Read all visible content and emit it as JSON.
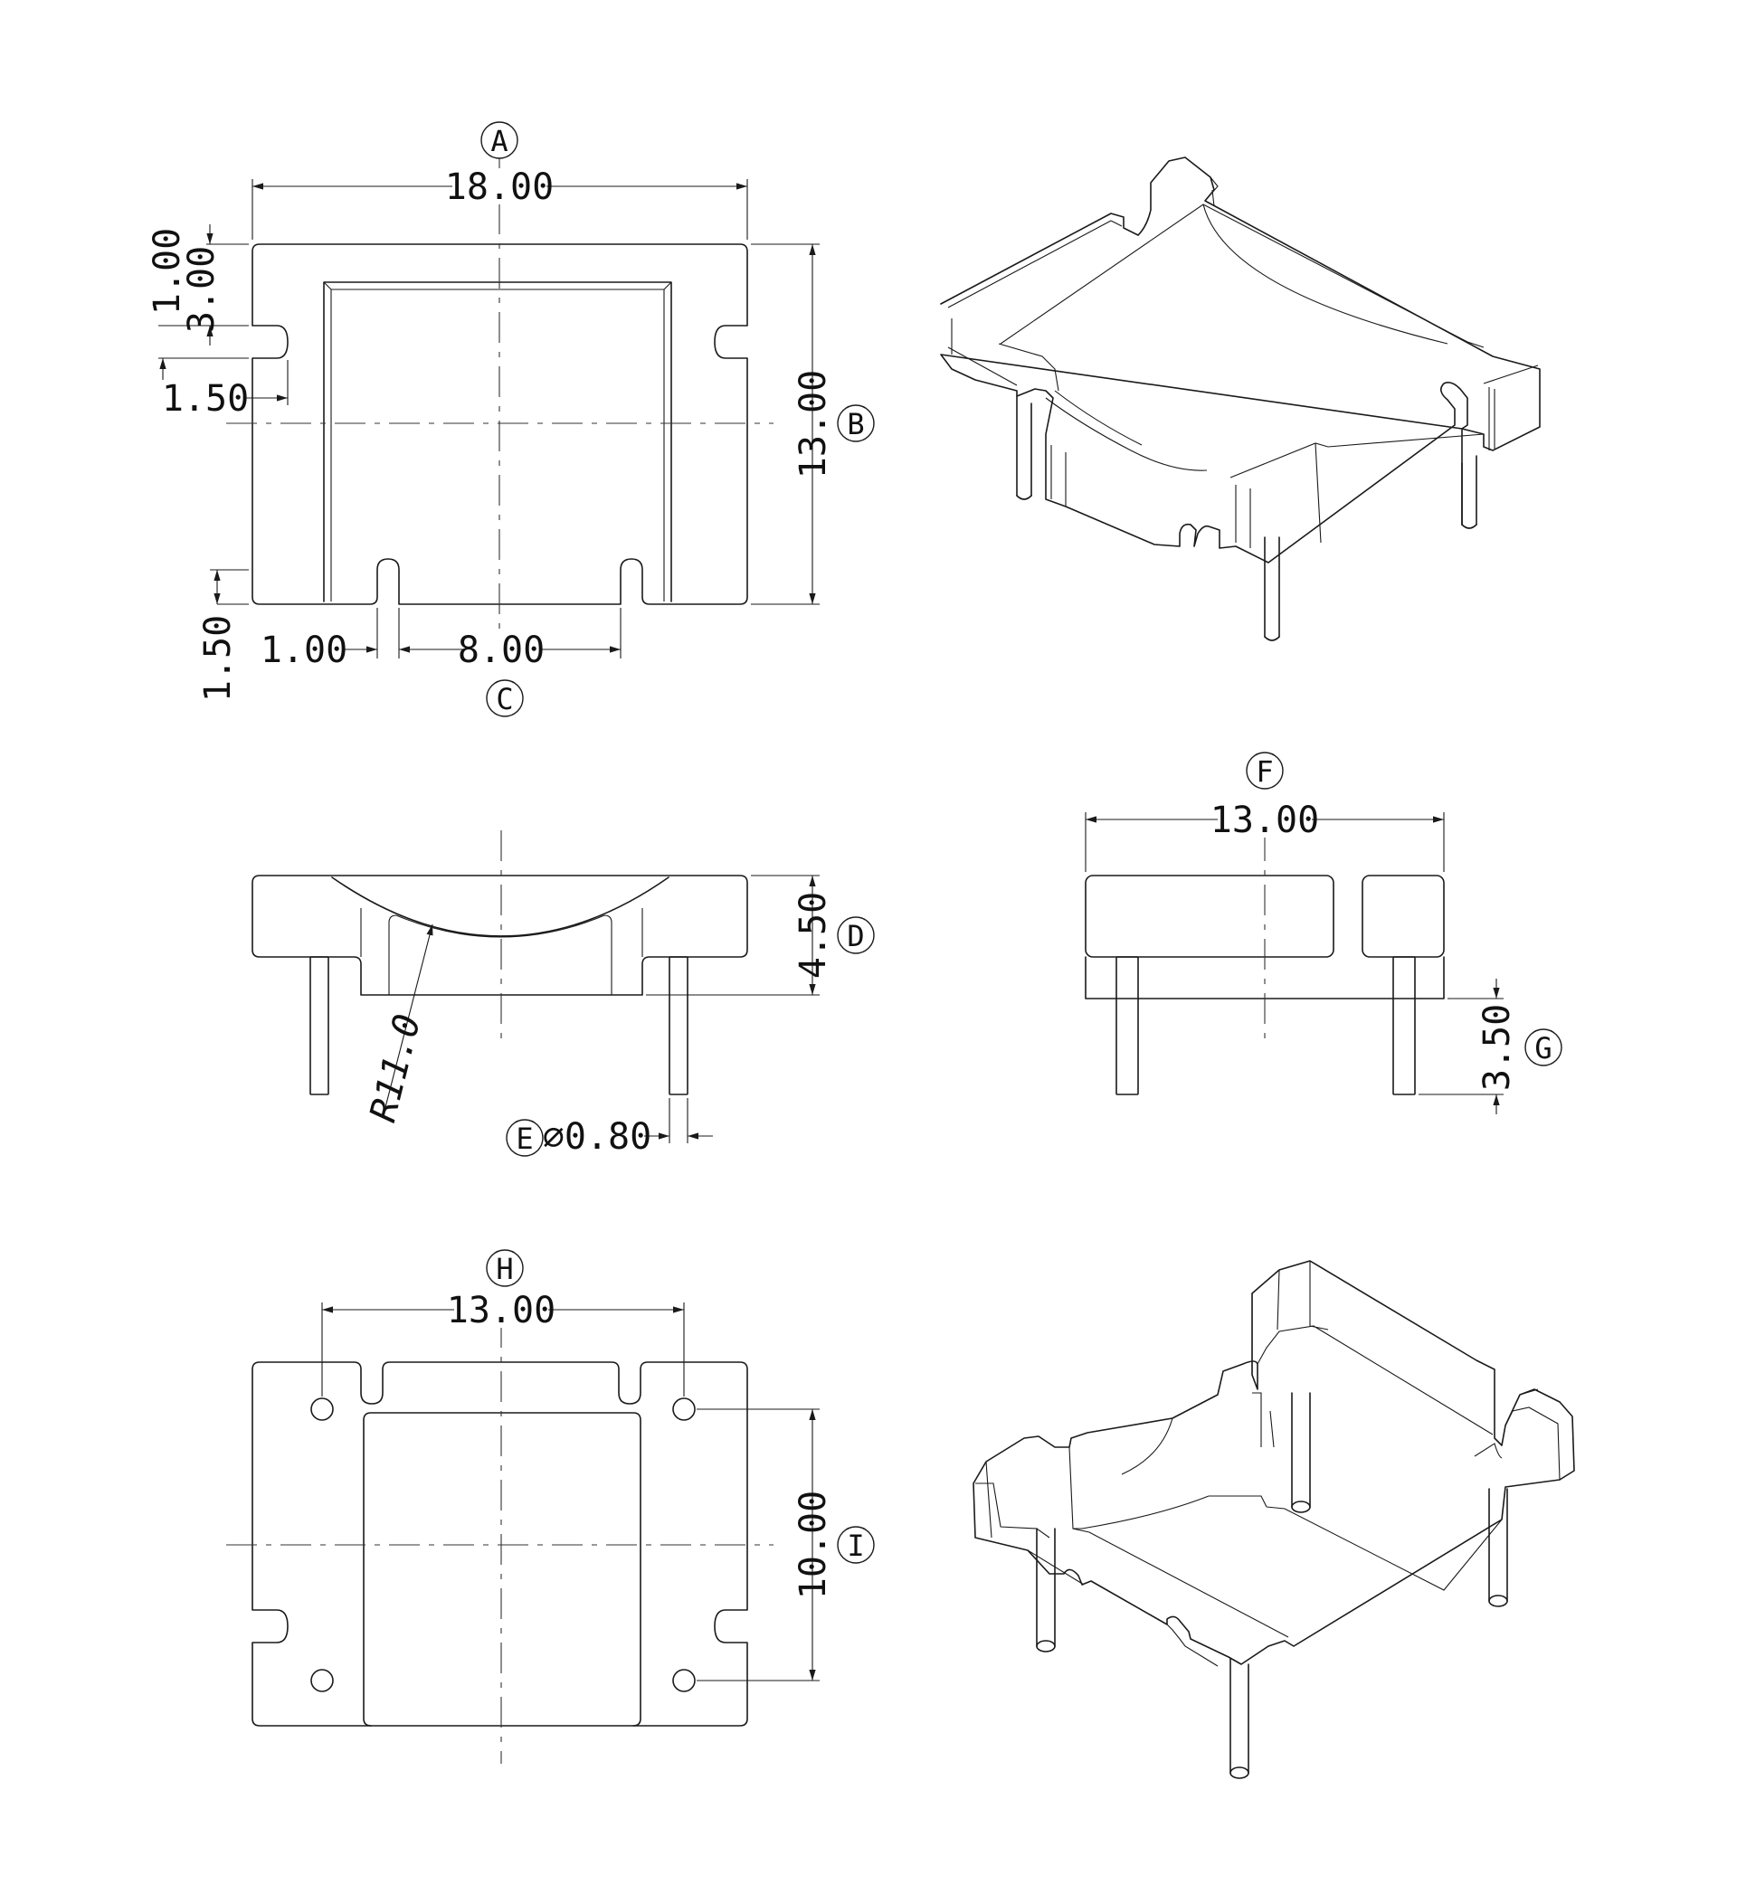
{
  "view_labels": {
    "a": "A",
    "b": "B",
    "c": "C",
    "d": "D",
    "e": "E",
    "f": "F",
    "g": "G",
    "h": "H",
    "i": "I"
  },
  "dimensions": {
    "top_width": "18.00",
    "top_height": "13.00",
    "top_notch_offset": "1.00",
    "top_notch_width": "3.00",
    "top_notch_depth": "1.50",
    "bottom_notch_depth": "1.50",
    "bottom_notch_width": "1.00",
    "bottom_notch_spacing": "8.00",
    "front_height": "4.50",
    "front_radius": "R11.0",
    "pin_diameter": "∅0.80",
    "side_width": "13.00",
    "pin_length": "3.50",
    "bottom_pin_spacing_x": "13.00",
    "bottom_pin_spacing_y": "10.00"
  }
}
